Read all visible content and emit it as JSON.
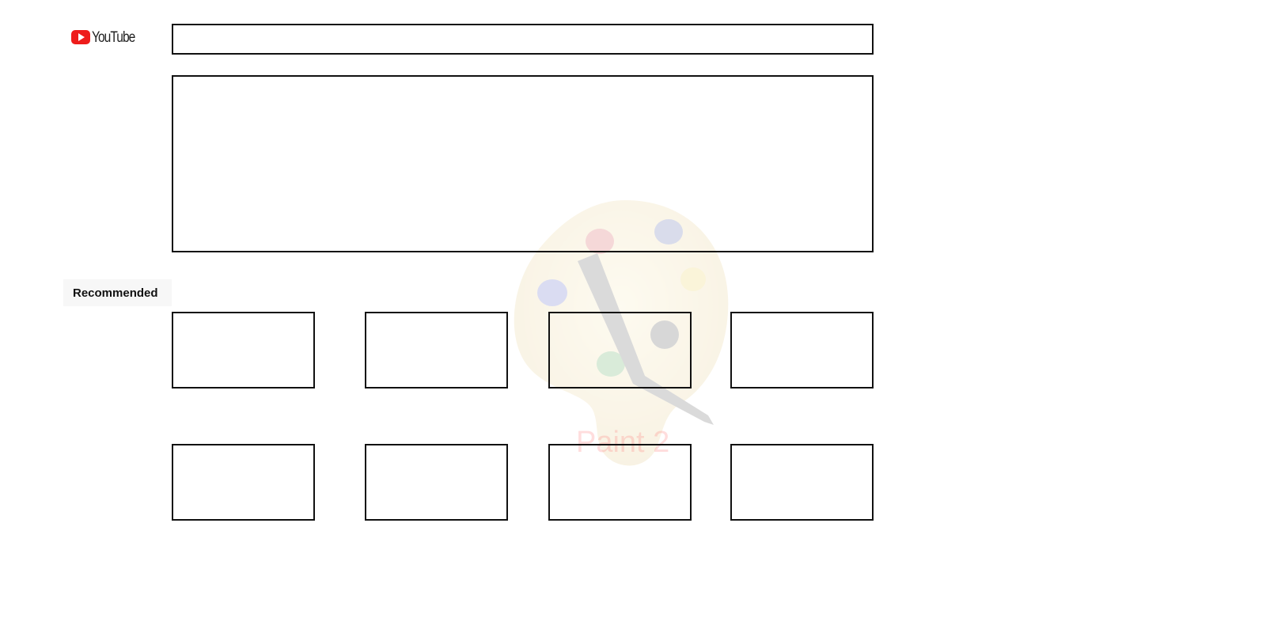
{
  "logo": {
    "text": "YouTube",
    "icon": "youtube-play-icon",
    "brand_color": "#ee1c1b"
  },
  "search": {
    "value": "",
    "placeholder": ""
  },
  "sections": {
    "recommended_label": "Recommended"
  },
  "recommended": {
    "rows": [
      {
        "items": [
          {},
          {},
          {},
          {}
        ]
      },
      {
        "items": [
          {},
          {},
          {},
          {}
        ]
      }
    ]
  },
  "watermark": {
    "text": "Paint 2",
    "icon": "paint-palette-icon"
  }
}
